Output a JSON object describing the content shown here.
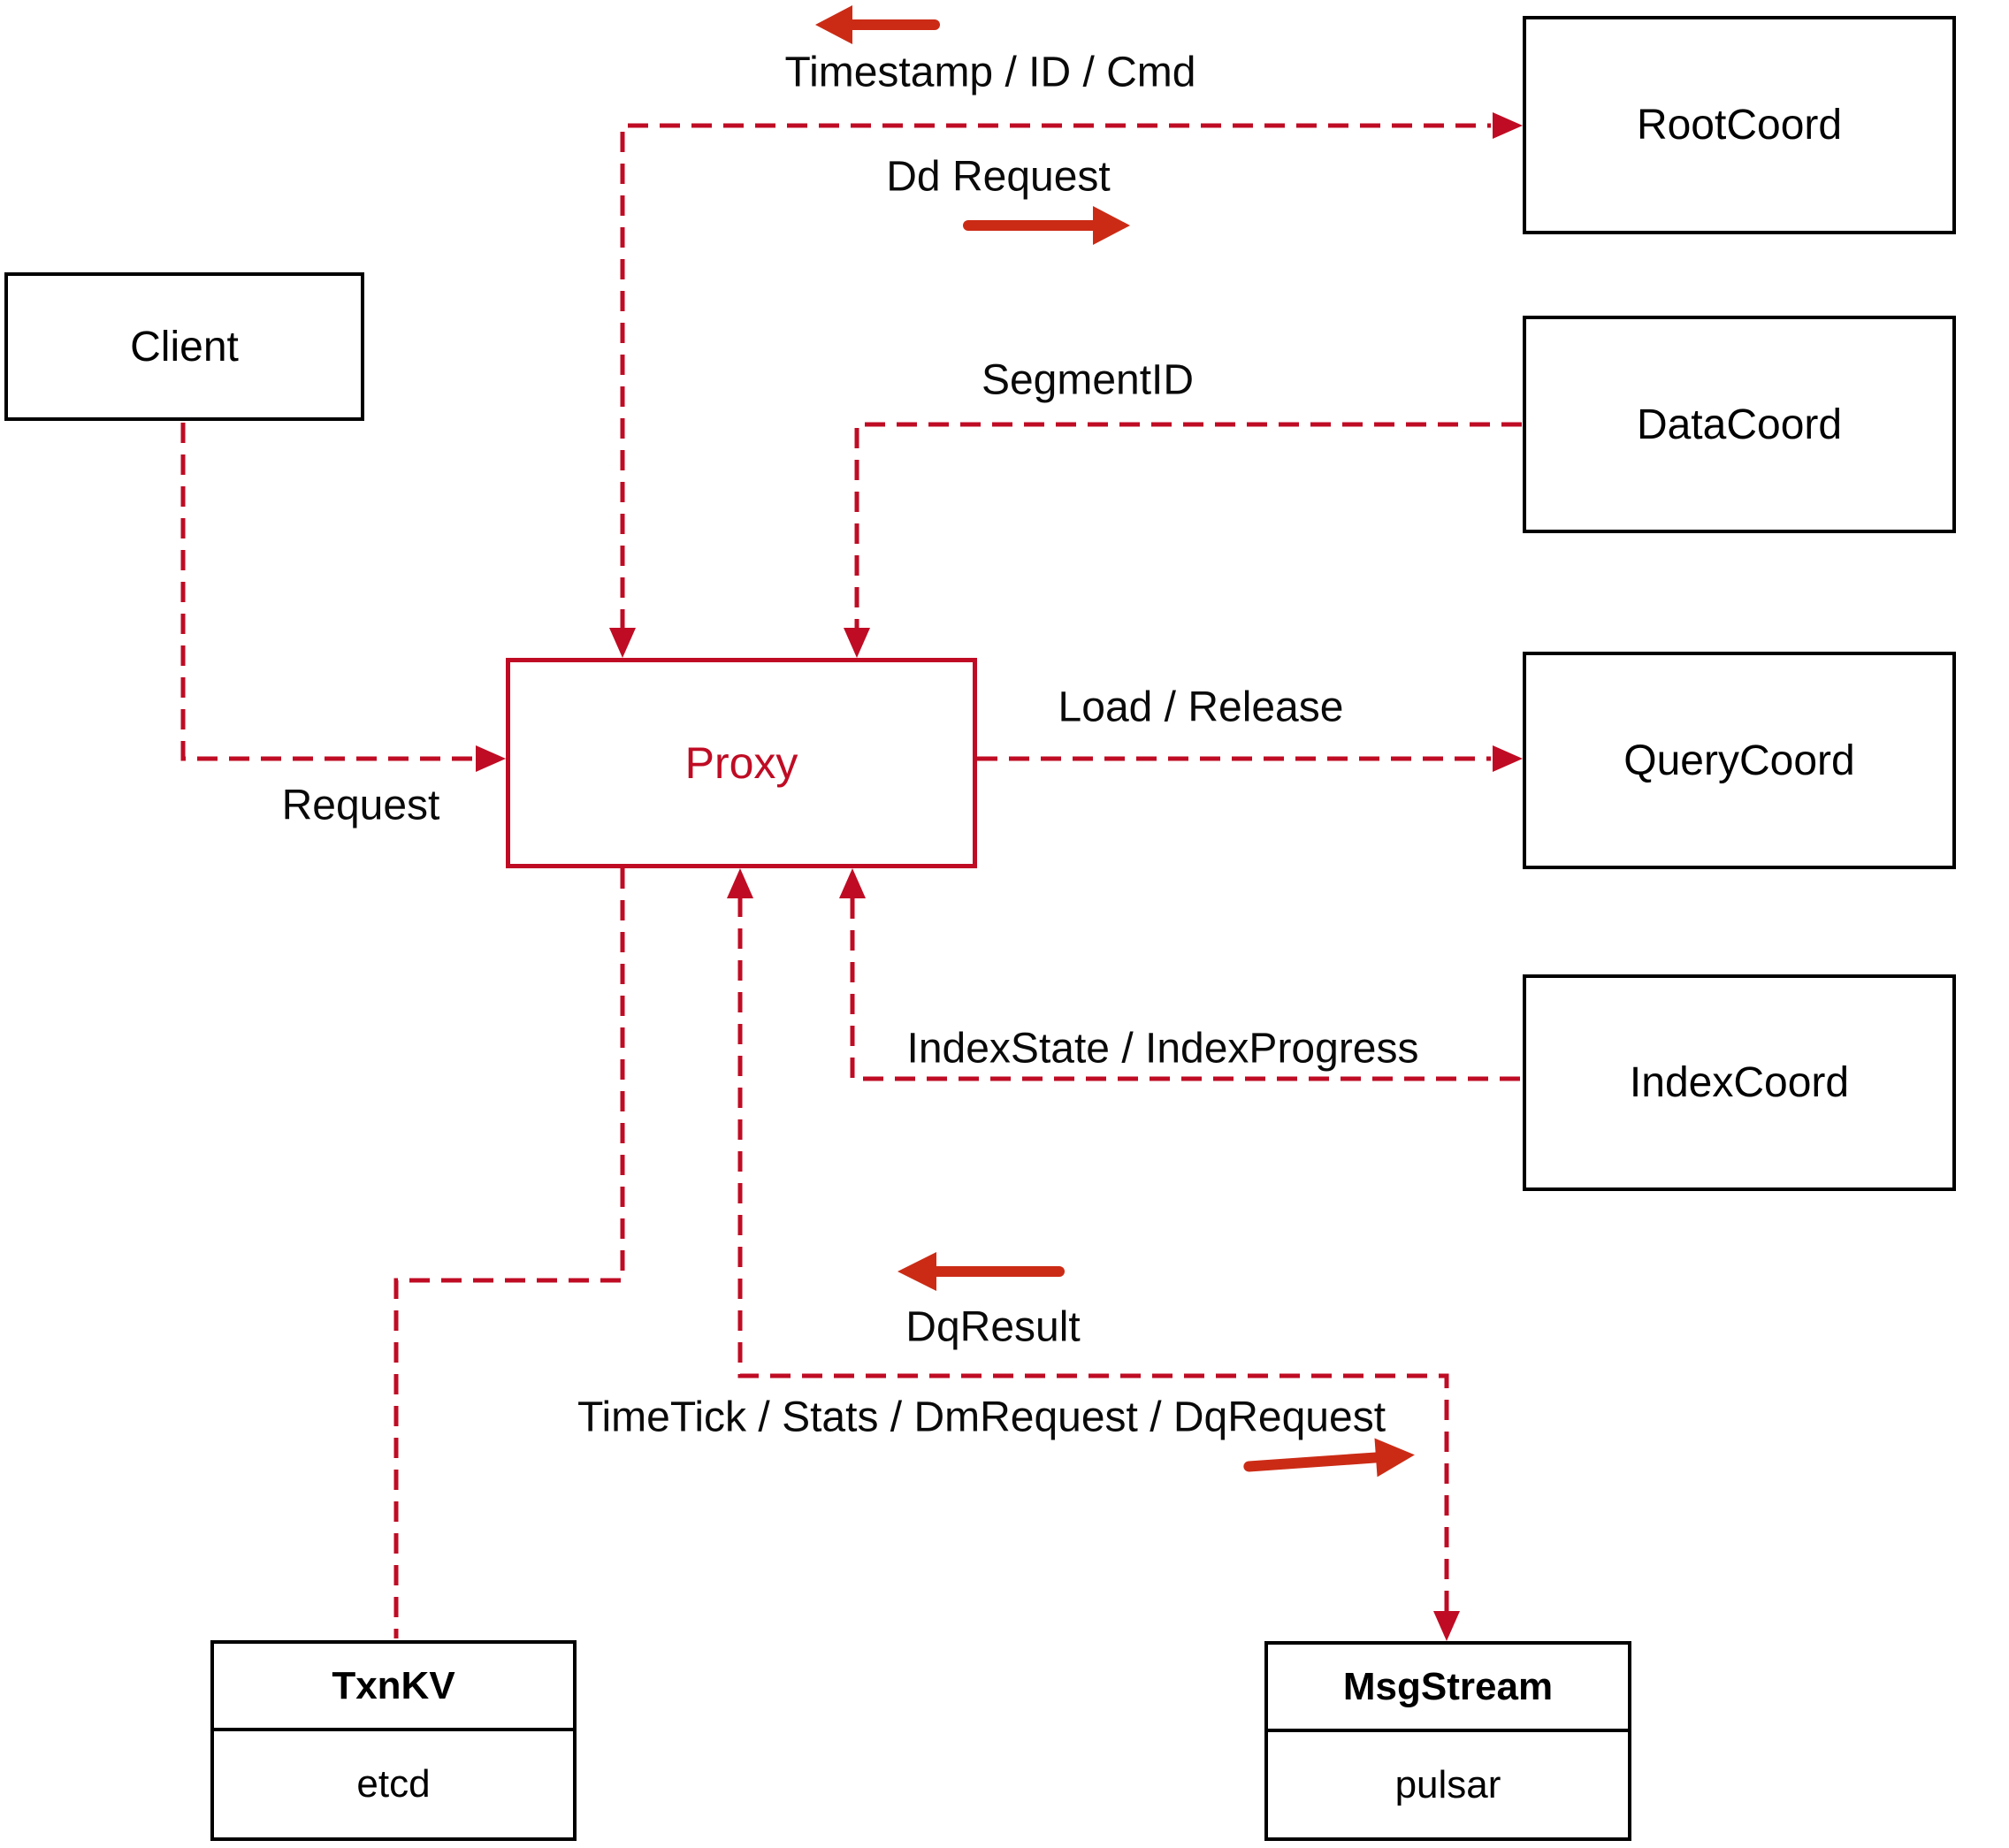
{
  "colors": {
    "dashed_red": "#bf0c24",
    "arrow_red": "#cb2b15",
    "box_black": "#000000",
    "background": "#ffffff"
  },
  "nodes": {
    "client": {
      "label": "Client"
    },
    "proxy": {
      "label": "Proxy"
    },
    "rootcoord": {
      "label": "RootCoord"
    },
    "datacoord": {
      "label": "DataCoord"
    },
    "querycoord": {
      "label": "QueryCoord"
    },
    "indexcoord": {
      "label": "IndexCoord"
    },
    "txnkv": {
      "title": "TxnKV",
      "impl": "etcd"
    },
    "msgstream": {
      "title": "MsgStream",
      "impl": "pulsar"
    }
  },
  "edges": {
    "client_proxy": {
      "label": "Request"
    },
    "proxy_rootcoord": {
      "label_return": "Timestamp / ID / Cmd",
      "label_send": "Dd Request"
    },
    "datacoord_proxy": {
      "label": "SegmentID"
    },
    "proxy_querycoord": {
      "label": "Load / Release"
    },
    "indexcoord_proxy": {
      "label": "IndexState / IndexProgress"
    },
    "proxy_msgstream": {
      "label_return": "DqResult",
      "label_send": "TimeTick / Stats / DmRequest / DqRequest"
    }
  }
}
